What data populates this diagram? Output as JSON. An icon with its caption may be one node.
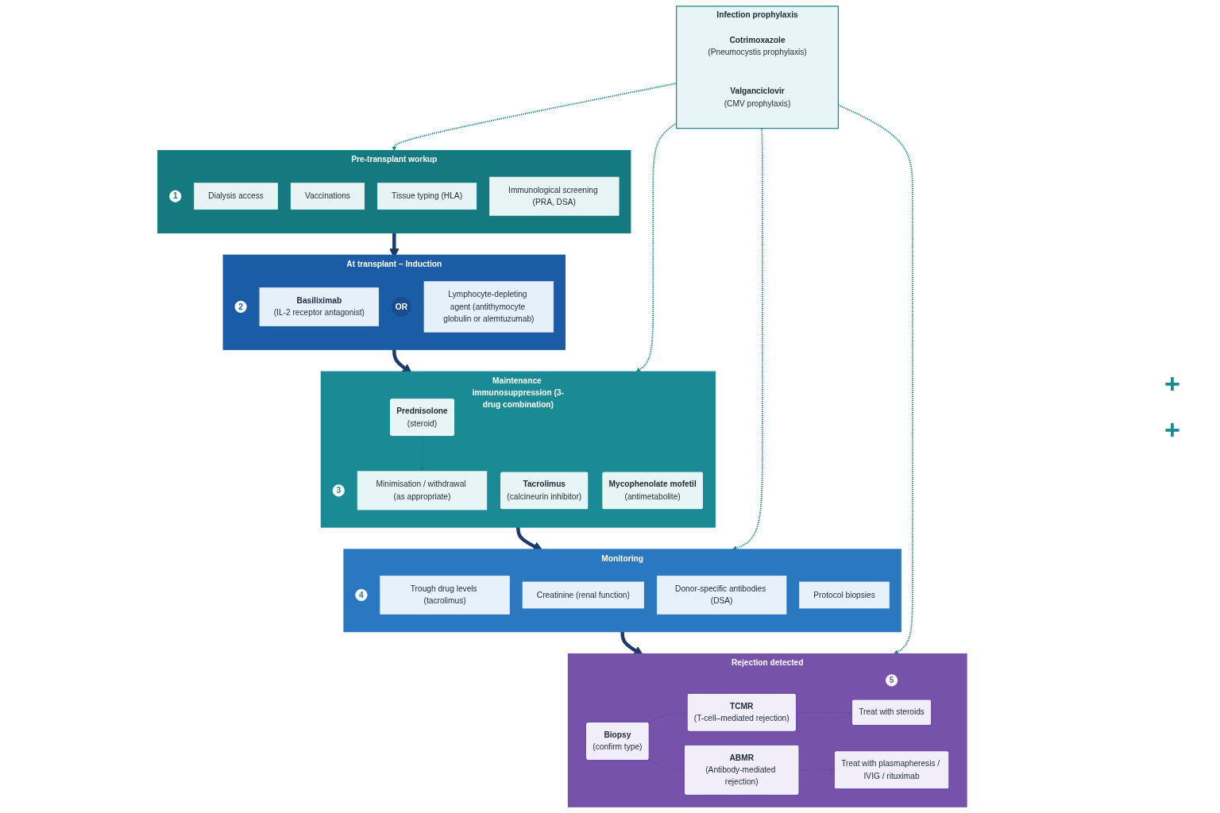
{
  "diagram": {
    "nodes": [
      {
        "text": [
          "Pre-transplant workup"
        ]
      },
      {
        "text": [
          "1"
        ],
        "in": 0
      },
      {
        "text": [
          "Dialysis access"
        ],
        "in": 0
      },
      {
        "text": [
          "Vaccinations"
        ],
        "in": 0
      },
      {
        "text": [
          "Tissue typing (HLA)"
        ],
        "in": 0
      },
      {
        "text": [
          "Immunological screening (PRA, DSA)"
        ],
        "in": 0
      },
      {
        "text": [
          "At transplant – Induction"
        ]
      },
      {
        "text": [
          "2"
        ],
        "in": 6
      },
      {
        "text": [
          "Basiliximab",
          "(IL-2 receptor antagonist)"
        ],
        "in": 6
      },
      {
        "text": [
          "OR"
        ],
        "in": 6
      },
      {
        "text": [
          "Lymphocyte-depleting agent (antithymocyte globulin or alemtuzumab)"
        ],
        "in": 6
      },
      {
        "text": [
          "Maintenance immunosuppression (3-drug combination)"
        ]
      },
      {
        "text": [
          "3"
        ],
        "in": 11
      },
      {
        "text": [
          "Tacrolimus",
          "(calcineurin inhibitor)"
        ],
        "in": 11
      },
      {
        "text": [
          "Mycophenolate mofetil",
          "(antimetabolite)"
        ],
        "in": 11
      },
      {
        "text": [
          "Prednisolone",
          "(steroid)"
        ],
        "in": 11
      },
      {
        "text": [
          "Minimisation / withdrawal (as appropriate)"
        ],
        "in": 11
      },
      {
        "text": [
          "Monitoring"
        ]
      },
      {
        "text": [
          "4"
        ],
        "in": 17
      },
      {
        "text": [
          "Trough drug levels (tacrolimus)"
        ],
        "in": 17
      },
      {
        "text": [
          "Creatinine (renal function)"
        ],
        "in": 17
      },
      {
        "text": [
          "Donor-specific antibodies (DSA)"
        ],
        "in": 17
      },
      {
        "text": [
          "Protocol biopsies"
        ],
        "in": 17
      },
      {
        "text": [
          "Rejection detected"
        ]
      },
      {
        "text": [
          "5"
        ],
        "in": 23
      },
      {
        "text": [
          "Biopsy",
          "(confirm type)"
        ],
        "in": 23
      },
      {
        "text": [
          "TCMR",
          "(T-cell–mediated rejection)"
        ],
        "in": 23
      },
      {
        "text": [
          "Treat with steroids"
        ],
        "in": 23
      },
      {
        "text": [
          "ABMR",
          "(Antibody-mediated rejection)"
        ],
        "in": 23
      },
      {
        "text": [
          "Treat with plasmapheresis / IVIG / rituximab"
        ],
        "in": 23
      },
      {
        "text": [
          "Infection prophylaxis"
        ]
      },
      {
        "text": [
          "Cotrimoxazole",
          "(Pneumocystis prophylaxis)"
        ],
        "in": 30
      },
      {
        "text": [
          "Valganciclovir",
          "(CMV prophylaxis)"
        ],
        "in": 30
      }
    ],
    "edges": [
      {
        "from": 0,
        "to": 6,
        "arrow": "to",
        "style": "thick",
        "color": "#1d3a6b"
      },
      {
        "from": 6,
        "to": 11,
        "arrow": "to",
        "style": "thick",
        "color": "#1d3a6b"
      },
      {
        "from": 11,
        "to": 17,
        "arrow": "to",
        "style": "thick",
        "color": "#1d3a6b"
      },
      {
        "from": 17,
        "to": 23,
        "arrow": "to",
        "style": "thick",
        "color": "#1d3a6b"
      },
      {
        "from": 15,
        "to": 16,
        "arrow": "to",
        "style": "dashed",
        "color": "#1a7f86"
      },
      {
        "from": 25,
        "to": 26,
        "arrow": "to",
        "color": "#6e4fa6"
      },
      {
        "from": 25,
        "to": 28,
        "arrow": "to",
        "color": "#6e4fa6"
      },
      {
        "from": 26,
        "to": 27,
        "arrow": "to",
        "color": "#6e4fa6"
      },
      {
        "from": 28,
        "to": 29,
        "arrow": "to",
        "color": "#6e4fa6"
      },
      {
        "from": 30,
        "to": 0,
        "arrow": "to",
        "style": "dashed",
        "color": "#1a7f86"
      },
      {
        "from": 30,
        "to": 11,
        "arrow": "to",
        "style": "dashed",
        "color": "#1a7f86"
      },
      {
        "from": 30,
        "to": 17,
        "arrow": "to",
        "style": "dashed",
        "color": "#1a7f86"
      },
      {
        "from": 30,
        "to": 23,
        "arrow": "to",
        "style": "dashed",
        "color": "#1a7f86"
      }
    ],
    "labels": [
      "+",
      "+"
    ]
  }
}
